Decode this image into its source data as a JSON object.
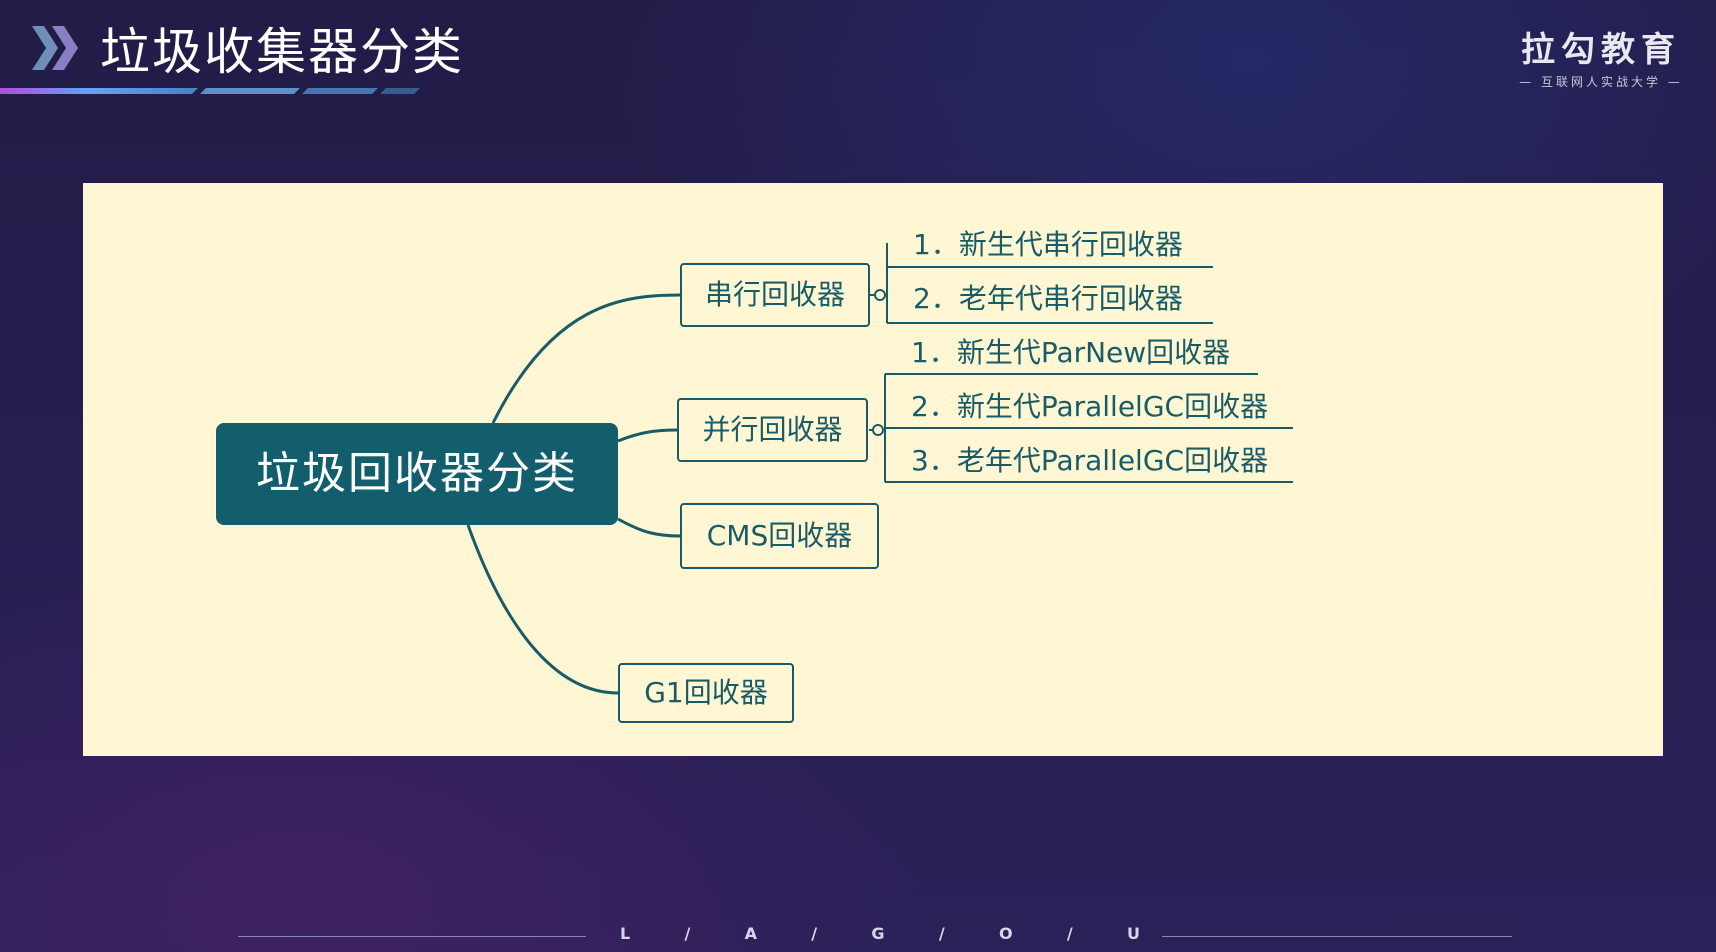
{
  "header": {
    "title": "垃圾收集器分类",
    "brand_name": "拉勾教育",
    "brand_slogan": "— 互联网人实战大学 —"
  },
  "diagram": {
    "root": "垃圾回收器分类",
    "branches": [
      {
        "label": "串行回收器",
        "items": [
          "1．新生代串行回收器",
          "2．老年代串行回收器"
        ]
      },
      {
        "label": "并行回收器",
        "items": [
          "1．新生代ParNew回收器",
          "2．新生代ParallelGC回收器",
          "3．老年代ParallelGC回收器"
        ]
      },
      {
        "label": "CMS回收器",
        "items": []
      },
      {
        "label": "G1回收器",
        "items": []
      }
    ],
    "colors": {
      "line": "#1a5b68",
      "root_fill": "#125e6d",
      "panel": "#fff7d3"
    }
  },
  "footer": {
    "letters": [
      "L",
      "/",
      "A",
      "/",
      "G",
      "/",
      "O",
      "/",
      "U"
    ]
  }
}
